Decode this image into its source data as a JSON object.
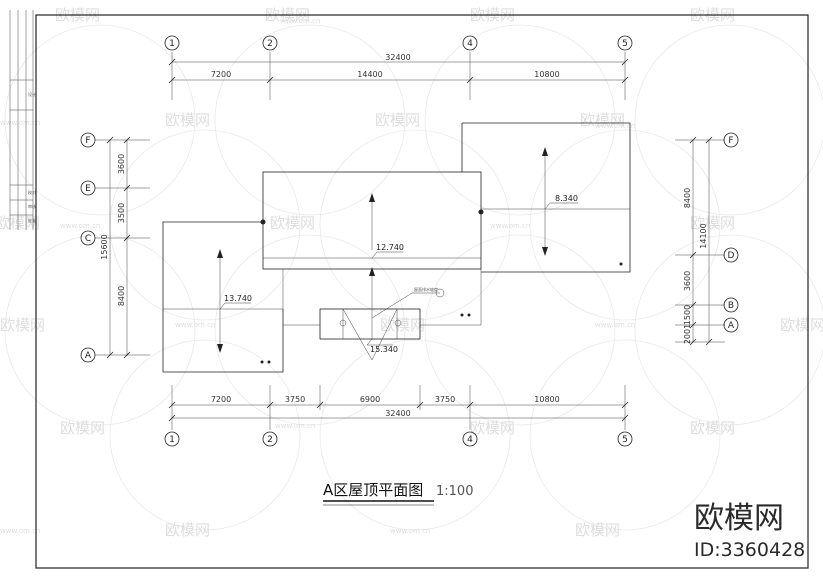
{
  "drawing": {
    "title": "A区屋顶平面图",
    "scale": "1:100"
  },
  "top_dims": {
    "overall": "32400",
    "segments": [
      "7200",
      "14400",
      "10800"
    ]
  },
  "bottom_dims": {
    "segments": [
      "7200",
      "3750",
      "6900",
      "3750",
      "10800"
    ],
    "overall": "32400"
  },
  "top_axes": [
    "1",
    "2",
    "4",
    "5"
  ],
  "bottom_axes": [
    "1",
    "2",
    "4",
    "5"
  ],
  "left_axes": [
    "F",
    "E",
    "C",
    "A"
  ],
  "left_dims": {
    "segments": [
      "3600",
      "3500",
      "8400"
    ],
    "overall": "15600"
  },
  "right_axes": [
    "F",
    "D",
    "B",
    "A"
  ],
  "right_dims": {
    "segments": [
      "8400",
      "3600",
      "1500",
      "2001"
    ],
    "overall": "14100"
  },
  "elevations": [
    "8.340",
    "12.740",
    "13.740",
    "15.340"
  ],
  "callout": "屋面排水坡度",
  "watermark": {
    "logo_text": "欧模网",
    "url_text": "www.om.cn"
  },
  "brand": {
    "name": "欧模网",
    "id": "ID:3360428"
  },
  "title_block": [
    "设计",
    "校对",
    "审核",
    "批准"
  ]
}
